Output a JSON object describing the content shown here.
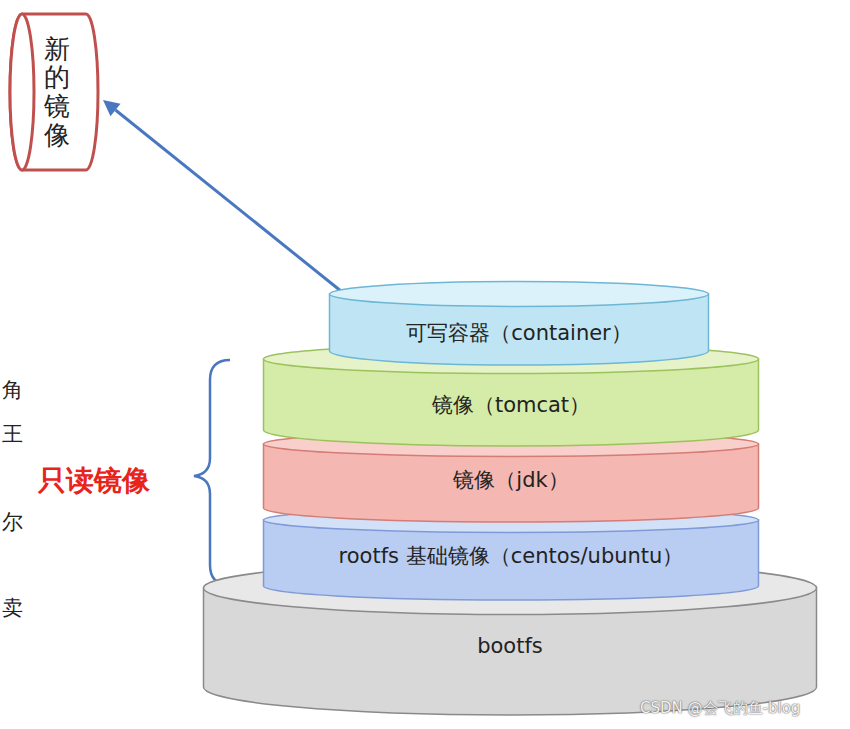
{
  "diagram": {
    "nodes": [
      {
        "text": [
          "新的镜像"
        ]
      },
      {
        "text": [
          "可写容器（container）"
        ]
      },
      {
        "text": [
          "镜像（tomcat）"
        ]
      },
      {
        "text": [
          "镜像（jdk）"
        ]
      },
      {
        "text": [
          "rootfs 基础镜像（centos/ubuntu）"
        ]
      },
      {
        "text": [
          "bootfs"
        ]
      }
    ],
    "edges": [
      {
        "from": 1,
        "to": 0,
        "arrow": "to"
      }
    ],
    "labels": [
      "只读镜像",
      "角",
      "王",
      "尔",
      "卖",
      "CSDN @会飞的鱼-blog"
    ]
  }
}
